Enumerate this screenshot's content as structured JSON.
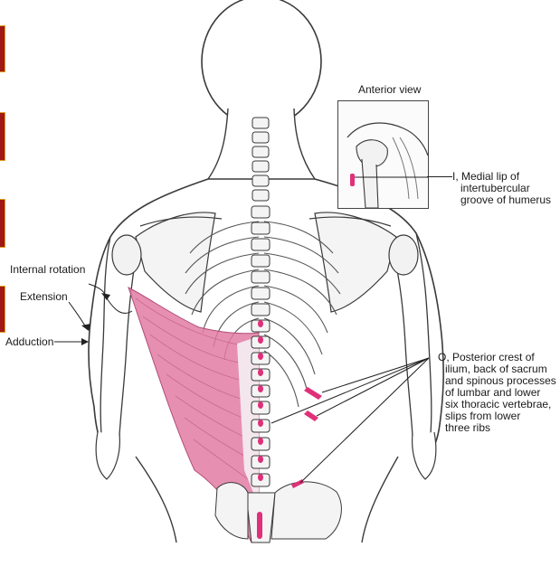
{
  "labels": {
    "anterior_view": "Anterior view",
    "insertion": [
      "I, Medial lip of",
      "intertubercular",
      "groove of humerus"
    ],
    "internal_rotation": "Internal rotation",
    "extension": "Extension",
    "adduction": "Adduction",
    "origin": [
      "O, Posterior crest of",
      "ilium, back of sacrum",
      "and spinous processes",
      "of lumbar and lower",
      "six thoracic vertebrae,",
      "slips from lower",
      "three ribs"
    ]
  },
  "colors": {
    "muscle": "#e27ba3",
    "attachment": "#e0307a",
    "bone": "#f2f2f2",
    "outline": "#3a3a3a",
    "tab": "#a01818"
  }
}
